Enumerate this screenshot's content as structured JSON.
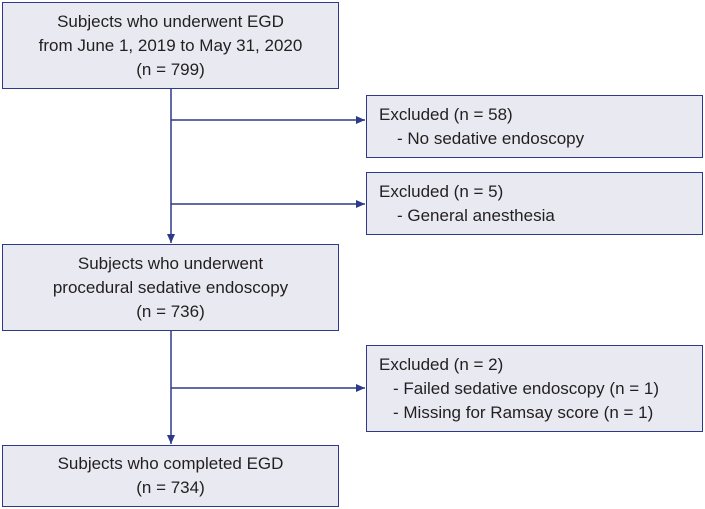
{
  "nodes": {
    "start": {
      "lines": [
        "Subjects who underwent EGD",
        "from June 1, 2019 to May 31, 2020",
        "(n = 799)"
      ]
    },
    "excl1": {
      "title": "Excluded (n = 58)",
      "items": [
        "- No sedative endoscopy"
      ]
    },
    "excl2": {
      "title": "Excluded (n = 5)",
      "items": [
        "- General anesthesia"
      ]
    },
    "mid": {
      "lines": [
        "Subjects who underwent",
        "procedural sedative endoscopy",
        "(n = 736)"
      ]
    },
    "excl3": {
      "title": "Excluded (n = 2)",
      "items": [
        "- Failed sedative endoscopy (n = 1)",
        "- Missing for Ramsay score (n = 1)"
      ]
    },
    "end": {
      "lines": [
        "Subjects who completed EGD",
        "(n = 734)"
      ]
    }
  },
  "colors": {
    "box_fill": "#e8e9f1",
    "box_border": "#2e3a87",
    "arrow": "#2e3a87",
    "text": "#231f20"
  }
}
